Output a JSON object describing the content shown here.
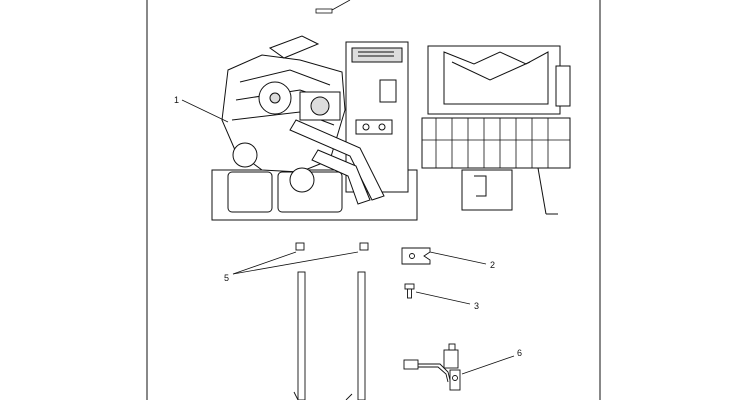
{
  "diagram": {
    "callouts": [
      {
        "id": "1",
        "label": "1"
      },
      {
        "id": "2",
        "label": "2"
      },
      {
        "id": "3",
        "label": "3"
      },
      {
        "id": "5",
        "label": "5"
      },
      {
        "id": "6",
        "label": "6"
      }
    ],
    "colors": {
      "line": "#111111",
      "fill": "#ffffff",
      "shade": "#d9d9d9"
    }
  }
}
